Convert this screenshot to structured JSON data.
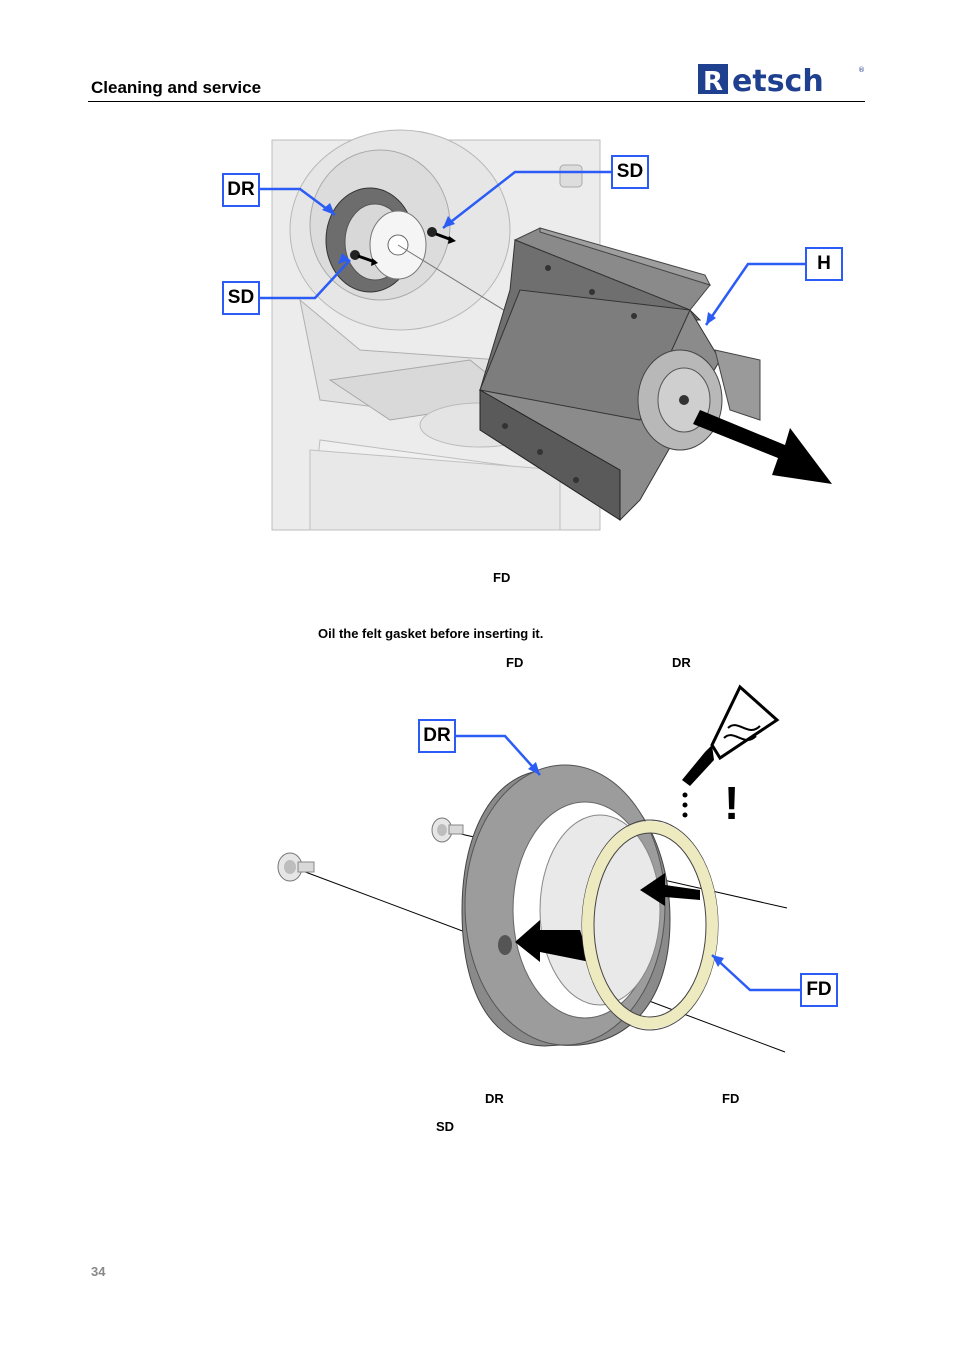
{
  "header": {
    "title": "Cleaning and service",
    "brand": "Retsch",
    "registered": "®"
  },
  "figure1": {
    "callouts": {
      "dr": "DR",
      "sd_top": "SD",
      "sd_left": "SD",
      "h": "H"
    }
  },
  "text": {
    "fd_ref1": "FD",
    "oil_note": "Oil the felt gasket before inserting it.",
    "fd_ref2": "FD",
    "dr_ref2": "DR",
    "dr_ref3": "DR",
    "fd_ref3": "FD",
    "sd_ref3": "SD"
  },
  "figure2": {
    "callouts": {
      "dr": "DR",
      "fd": "FD"
    },
    "warning": "!"
  },
  "footer": {
    "page_number": "34"
  },
  "colors": {
    "callout_border": "#2b5cf5",
    "brand_blue": "#1f3f8f",
    "gasket_yellow": "#eeeac0"
  }
}
